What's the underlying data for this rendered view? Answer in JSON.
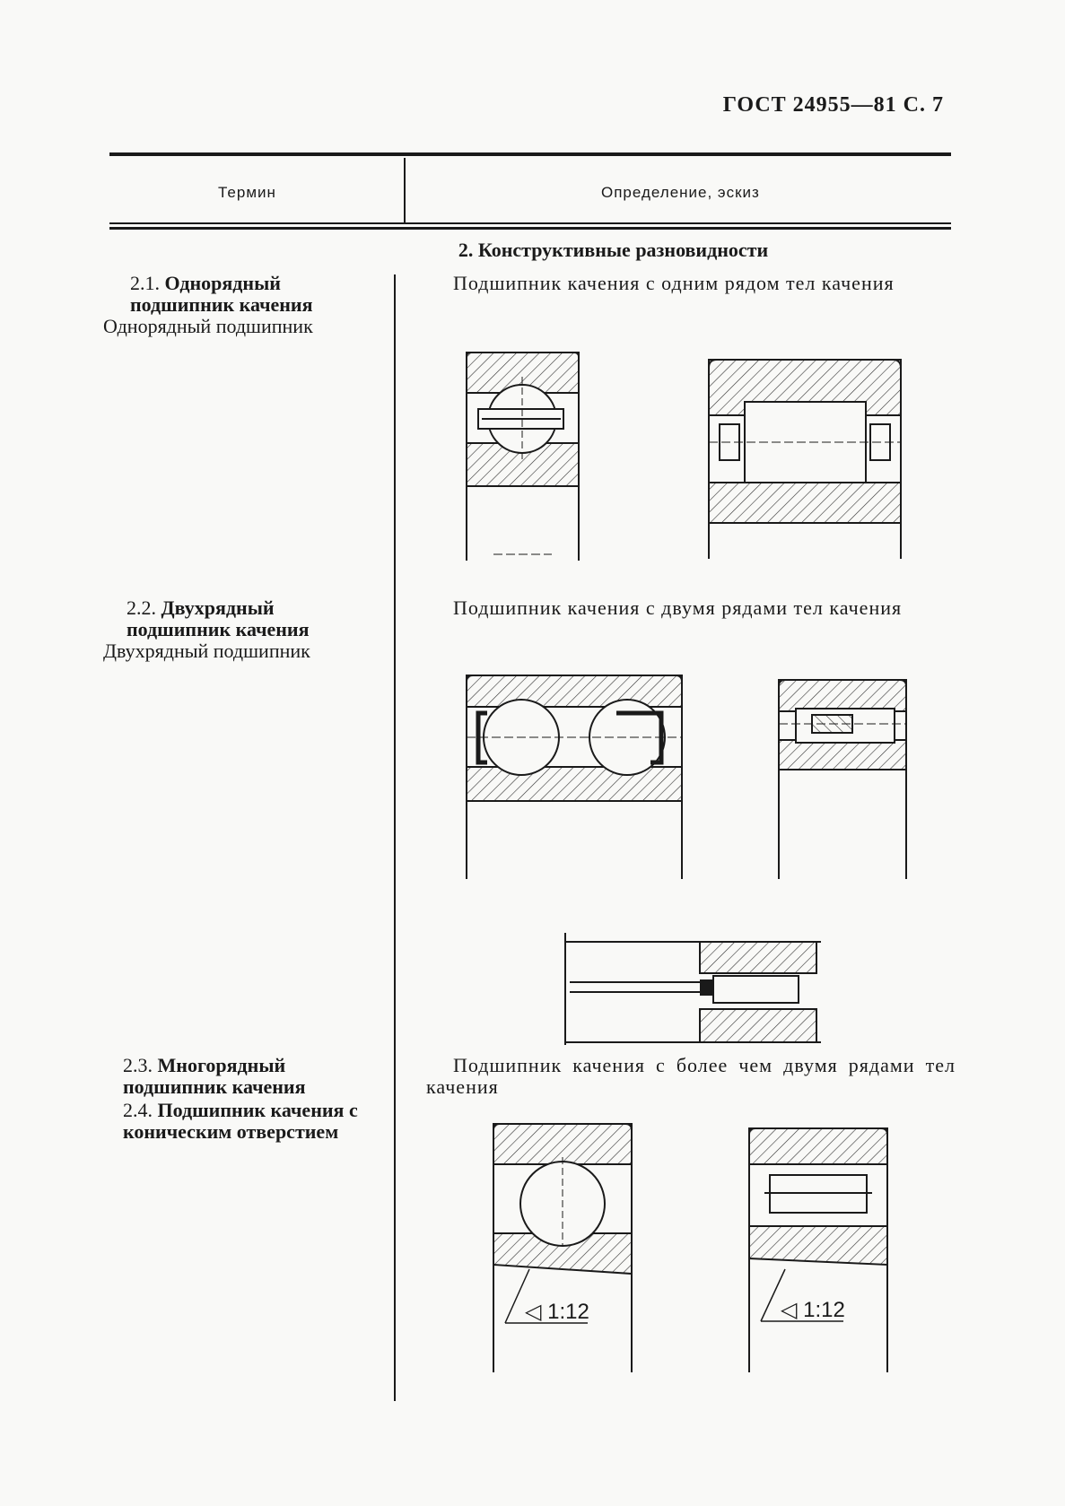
{
  "header": {
    "doc_ref": "ГОСТ 24955—81 С. 7"
  },
  "table": {
    "col_term": "Термин",
    "col_definition": "Определение, эскиз"
  },
  "section": {
    "title": "2. Конструктивные разновидности"
  },
  "entries": [
    {
      "number": "2.1.",
      "term_bold": "Однорядный подшипник качения",
      "synonym": "Однорядный подшипник",
      "definition": "Подшипник качения с одним рядом тел качения"
    },
    {
      "number": "2.2.",
      "term_bold": "Двухрядный подшипник качения",
      "synonym": "Двухрядный подшипник",
      "definition": "Подшипник качения с двумя рядами тел качения"
    },
    {
      "number": "2.3.",
      "term_bold": "Многорядный подшипник качения",
      "definition": "Подшипник качения с более чем двумя рядами тел качения"
    },
    {
      "number": "2.4.",
      "term_bold": "Подшипник качения с коническим отверстием",
      "taper_label": "◁ 1:12"
    }
  ]
}
